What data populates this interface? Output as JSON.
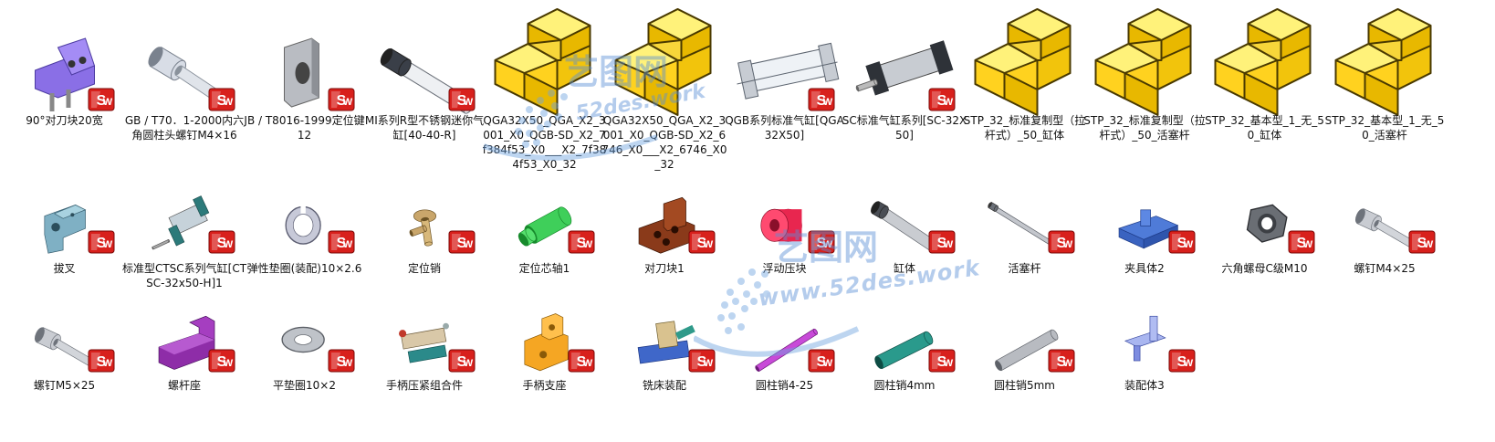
{
  "files": [
    {
      "name": "90°对刀块20宽",
      "icon": "purple-block-part"
    },
    {
      "name": "GB / T70．1-2000内六角圆柱头螺钉M4×16",
      "icon": "socket-cap-screw"
    },
    {
      "name": "JB / T8016-1999定位键12",
      "icon": "locating-key"
    },
    {
      "name": "MI系列R型不锈钢迷你气缸[40-40-R]",
      "icon": "mini-cylinder"
    },
    {
      "name": "QGA32X50_QGA_X2_3001_X0_QGB-SD_X2_7f384f53_X0___X2_7f384f53_X0_32",
      "icon": "step-placeholder"
    },
    {
      "name": "QGA32X50_QGA_X2_3001_X0_QGB-SD_X2_6746_X0___X2_6746_X0_32",
      "icon": "step-placeholder"
    },
    {
      "name": "QGB系列标准气缸[QGA32X50]",
      "icon": "transparent-cylinder"
    },
    {
      "name": "SC标准气缸系列[SC-32X50]",
      "icon": "standard-cylinder"
    },
    {
      "name": "STP_32_标准复制型（拉杆式）_50_缸体",
      "icon": "step-placeholder"
    },
    {
      "name": "STP_32_标准复制型（拉杆式）_50_活塞杆",
      "icon": "step-placeholder"
    },
    {
      "name": "STP_32_基本型_1_无_50_缸体",
      "icon": "step-placeholder"
    },
    {
      "name": "STP_32_基本型_1_无_50_活塞杆",
      "icon": "step-placeholder"
    },
    {
      "name": "拔叉",
      "icon": "shift-fork"
    },
    {
      "name": "标准型CTSC系列气缸[CTSC-32x50-H]1",
      "icon": "tie-rod-cylinder"
    },
    {
      "name": "弹性垫圈(装配)10×2.6",
      "icon": "spring-washer"
    },
    {
      "name": "定位销",
      "icon": "locating-pin"
    },
    {
      "name": "定位芯轴1",
      "icon": "green-mandrel"
    },
    {
      "name": "对刀块1",
      "icon": "brown-setting-block"
    },
    {
      "name": "浮动压块",
      "icon": "red-pressure-block"
    },
    {
      "name": "缸体",
      "icon": "cylinder-body"
    },
    {
      "name": "活塞杆",
      "icon": "piston-rod"
    },
    {
      "name": "夹具体2",
      "icon": "fixture-body"
    },
    {
      "name": "六角螺母C级M10",
      "icon": "hex-nut"
    },
    {
      "name": "螺钉M4×25",
      "icon": "screw"
    },
    {
      "name": "螺钉M5×25",
      "icon": "screw"
    },
    {
      "name": "螺杆座",
      "icon": "purple-bracket"
    },
    {
      "name": "平垫圈10×2",
      "icon": "flat-washer"
    },
    {
      "name": "手柄压紧组合件",
      "icon": "clamp-assembly"
    },
    {
      "name": "手柄支座",
      "icon": "handle-support"
    },
    {
      "name": "铣床装配",
      "icon": "milling-assembly"
    },
    {
      "name": "圆柱销4-25",
      "icon": "purple-pin"
    },
    {
      "name": "圆柱销4mm",
      "icon": "teal-pin"
    },
    {
      "name": "圆柱销5mm",
      "icon": "gray-pin"
    },
    {
      "name": "装配体3",
      "icon": "assembly"
    }
  ],
  "badge": {
    "text": "S",
    "icon": "solidworks-file-icon"
  },
  "watermark": {
    "brand": "艺图网",
    "url1": "www.52des.work",
    "url2": "52des.work"
  },
  "colors": {
    "step_fill": "#ffd21f",
    "step_stroke": "#4a3a00",
    "badge_red": "#d8201c",
    "label_text": "#111111"
  }
}
